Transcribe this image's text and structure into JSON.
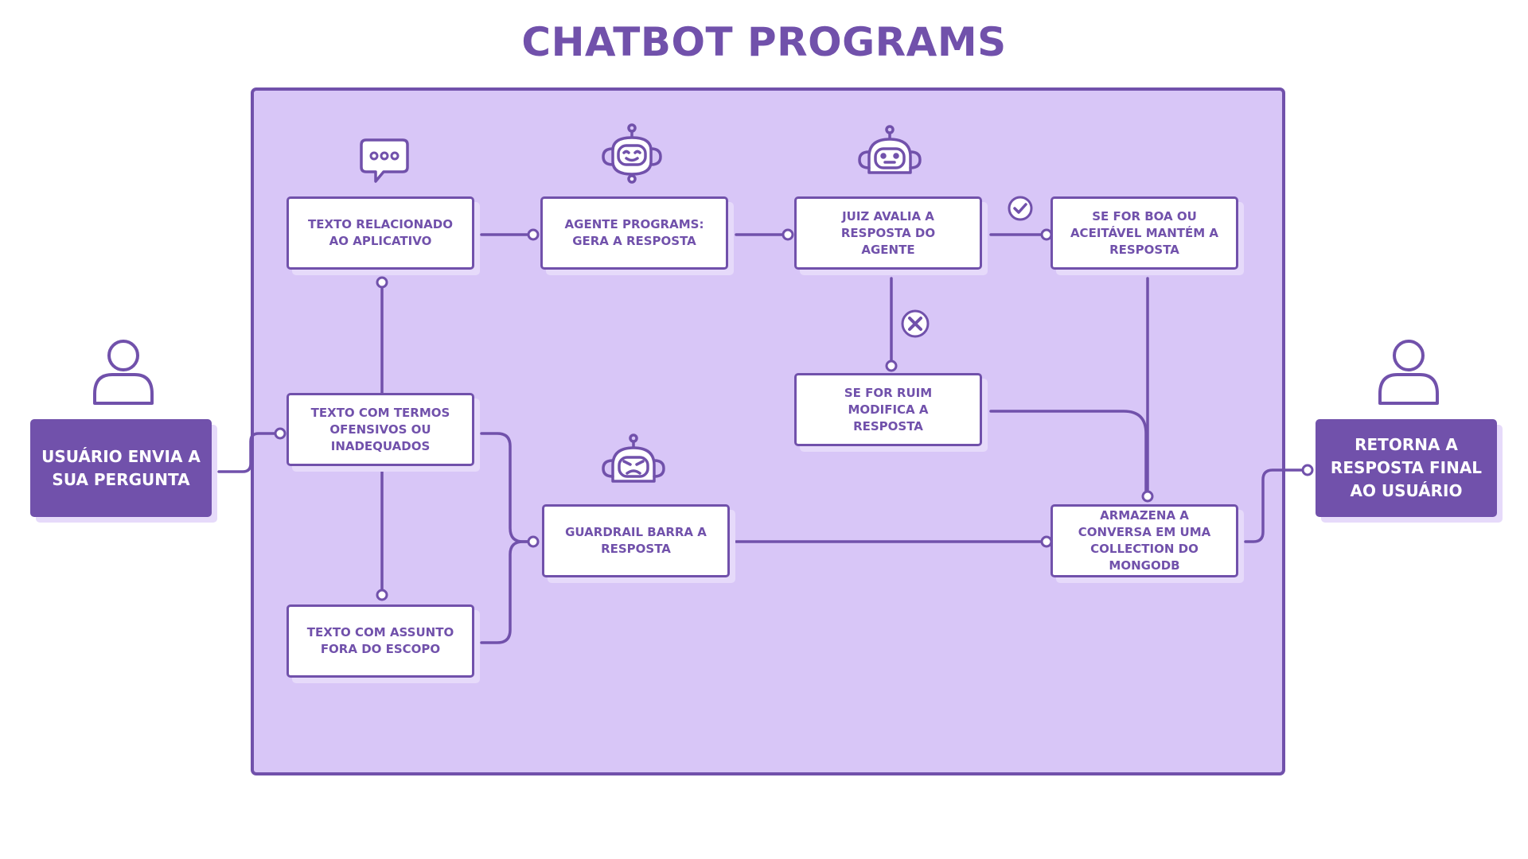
{
  "title": "CHATBOT PROGRAMS",
  "colors": {
    "primary": "#7151ab",
    "panel": "#d8c6f7",
    "shadow": "#e6dafa"
  },
  "user_input": "USUÁRIO ENVIA A SUA PERGUNTA",
  "final_output": "RETORNA A RESPOSTA FINAL AO USUÁRIO",
  "nodes": {
    "related": "TEXTO RELACIONADO AO APLICATIVO",
    "agent": "AGENTE PROGRAMS: GERA A RESPOSTA",
    "judge": "JUIZ AVALIA A RESPOSTA DO AGENTE",
    "good": "SE FOR BOA OU ACEITÁVEL MANTÉM A RESPOSTA",
    "bad": "SE FOR RUIM MODIFICA A RESPOSTA",
    "offensive": "TEXTO COM TERMOS OFENSIVOS OU INADEQUADOS",
    "out_of_scope": "TEXTO COM ASSUNTO FORA DO ESCOPO",
    "guardrail": "GUARDRAIL BARRA A RESPOSTA",
    "store": "ARMAZENA A CONVERSA EM UMA COLLECTION DO MONGODB"
  },
  "icons": {
    "chat": "speech-bubble-icon",
    "agent": "happy-robot-icon",
    "judge": "neutral-robot-icon",
    "guardrail": "angry-robot-icon",
    "approve": "check-circle-icon",
    "reject": "x-circle-icon",
    "user": "user-icon"
  }
}
